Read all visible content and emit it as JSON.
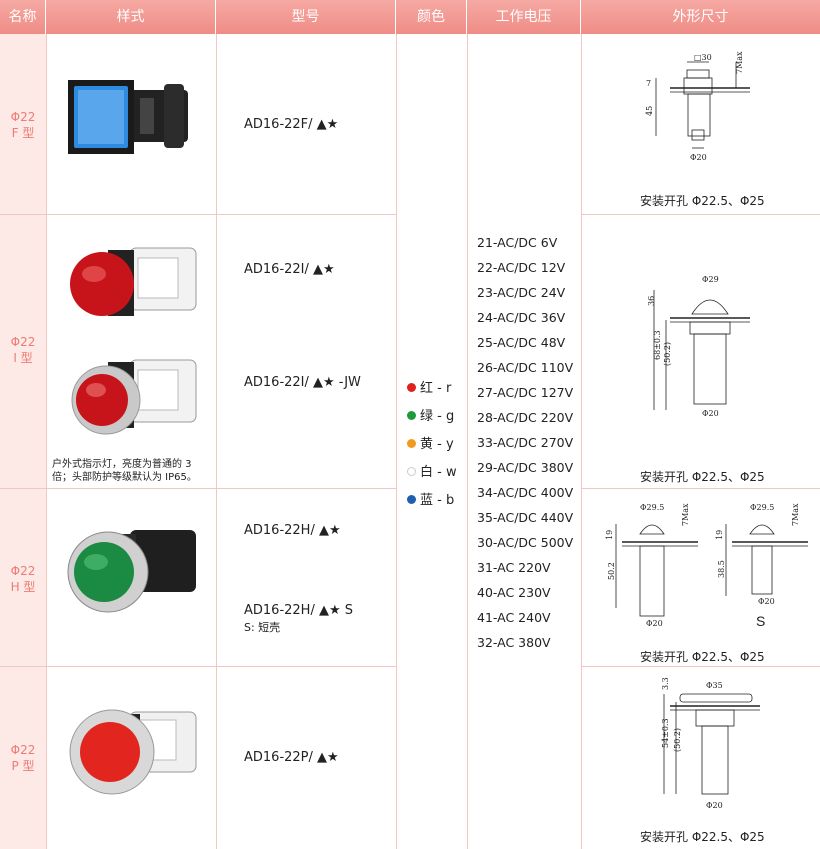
{
  "header": {
    "name": "名称",
    "style": "样式",
    "model": "型号",
    "color": "颜色",
    "voltage": "工作电压",
    "dimensions": "外形尺寸"
  },
  "rows": [
    {
      "name_line1": "Φ22",
      "name_line2": "F 型",
      "models": [
        "AD16-22F/ ▲★"
      ],
      "caption": "安装开孔 Φ22.5、Φ25"
    },
    {
      "name_line1": "Φ22",
      "name_line2": "I 型",
      "models": [
        "AD16-22I/ ▲★",
        "AD16-22I/ ▲★ -JW"
      ],
      "note": "户外式指示灯，亮度为普通的 3 倍；头部防护等级默认为 IP65。",
      "caption": "安装开孔 Φ22.5、Φ25"
    },
    {
      "name_line1": "Φ22",
      "name_line2": "H 型",
      "models": [
        "AD16-22H/ ▲★",
        "AD16-22H/ ▲★ S"
      ],
      "sub_note": "S: 短壳",
      "caption": "安装开孔 Φ22.5、Φ25"
    },
    {
      "name_line1": "Φ22",
      "name_line2": "P 型",
      "models": [
        "AD16-22P/ ▲★"
      ],
      "caption": "安装开孔 Φ22.5、Φ25"
    }
  ],
  "colors": [
    {
      "label": "红 - r",
      "hex": "#e0201c"
    },
    {
      "label": "绿 - g",
      "hex": "#1f9a3a"
    },
    {
      "label": "黄 - y",
      "hex": "#f39a1e"
    },
    {
      "label": "白 - w",
      "hex": "#ffffff"
    },
    {
      "label": "蓝 - b",
      "hex": "#1f5fb0"
    }
  ],
  "voltages": [
    "21-AC/DC 6V",
    "22-AC/DC 12V",
    "23-AC/DC 24V",
    "24-AC/DC 36V",
    "25-AC/DC 48V",
    "26-AC/DC 110V",
    "27-AC/DC 127V",
    "28-AC/DC 220V",
    "33-AC/DC 270V",
    "29-AC/DC 380V",
    "34-AC/DC 400V",
    "35-AC/DC 440V",
    "30-AC/DC 500V",
    "31-AC 220V",
    "40-AC 230V",
    "41-AC 240V",
    "32-AC 380V"
  ],
  "drawings": {
    "f": {
      "top": "□30",
      "max": "7Max",
      "h1": "7",
      "h2": "45",
      "bottom": "Φ20"
    },
    "i": {
      "top": "Φ29",
      "h1": "36",
      "h2": "68±0.3",
      "h3": "(50.2)",
      "bottom": "Φ20"
    },
    "h": {
      "top": "Φ29.5",
      "max": "7Max",
      "h1": "19",
      "h2": "50.2",
      "bottom": "Φ20"
    },
    "hs": {
      "top": "Φ29.5",
      "max": "7Max",
      "h1": "19",
      "h2": "38.5",
      "bottom": "Φ20",
      "label": "S"
    },
    "p": {
      "top": "Φ35",
      "h1": "3.3",
      "h2": "54±0.3",
      "h3": "(50.2)",
      "bottom": "Φ20"
    }
  }
}
